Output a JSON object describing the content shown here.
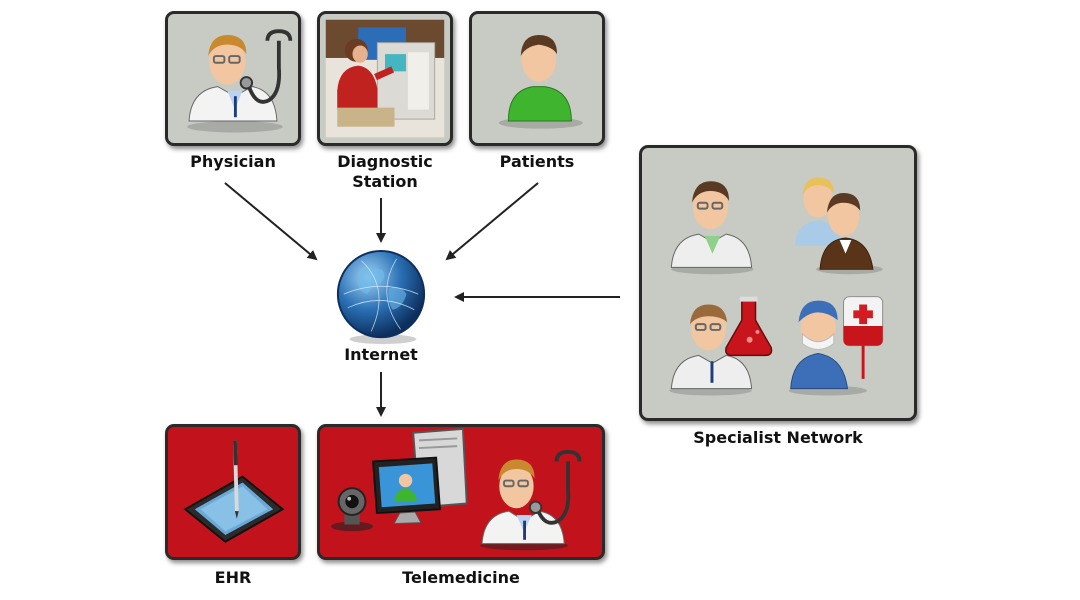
{
  "nodes": {
    "physician": "Physician",
    "diagnostic_station": "Diagnostic\nStation",
    "patients": "Patients",
    "internet": "Internet",
    "specialist_network": "Specialist Network",
    "ehr": "EHR",
    "telemedicine": "Telemedicine"
  },
  "colors": {
    "grey_box": "#c8cbc3",
    "red_box": "#c2131c",
    "arrow": "#222222"
  },
  "icons": [
    "doctor-stethoscope-icon",
    "diagnostic-photo",
    "patient-icon",
    "globe-icon",
    "specialist-icon",
    "consult-icon",
    "lab-specialist-icon",
    "surgeon-blood-icon",
    "tablet-stylus-icon",
    "webcam-icon",
    "computer-icon"
  ]
}
